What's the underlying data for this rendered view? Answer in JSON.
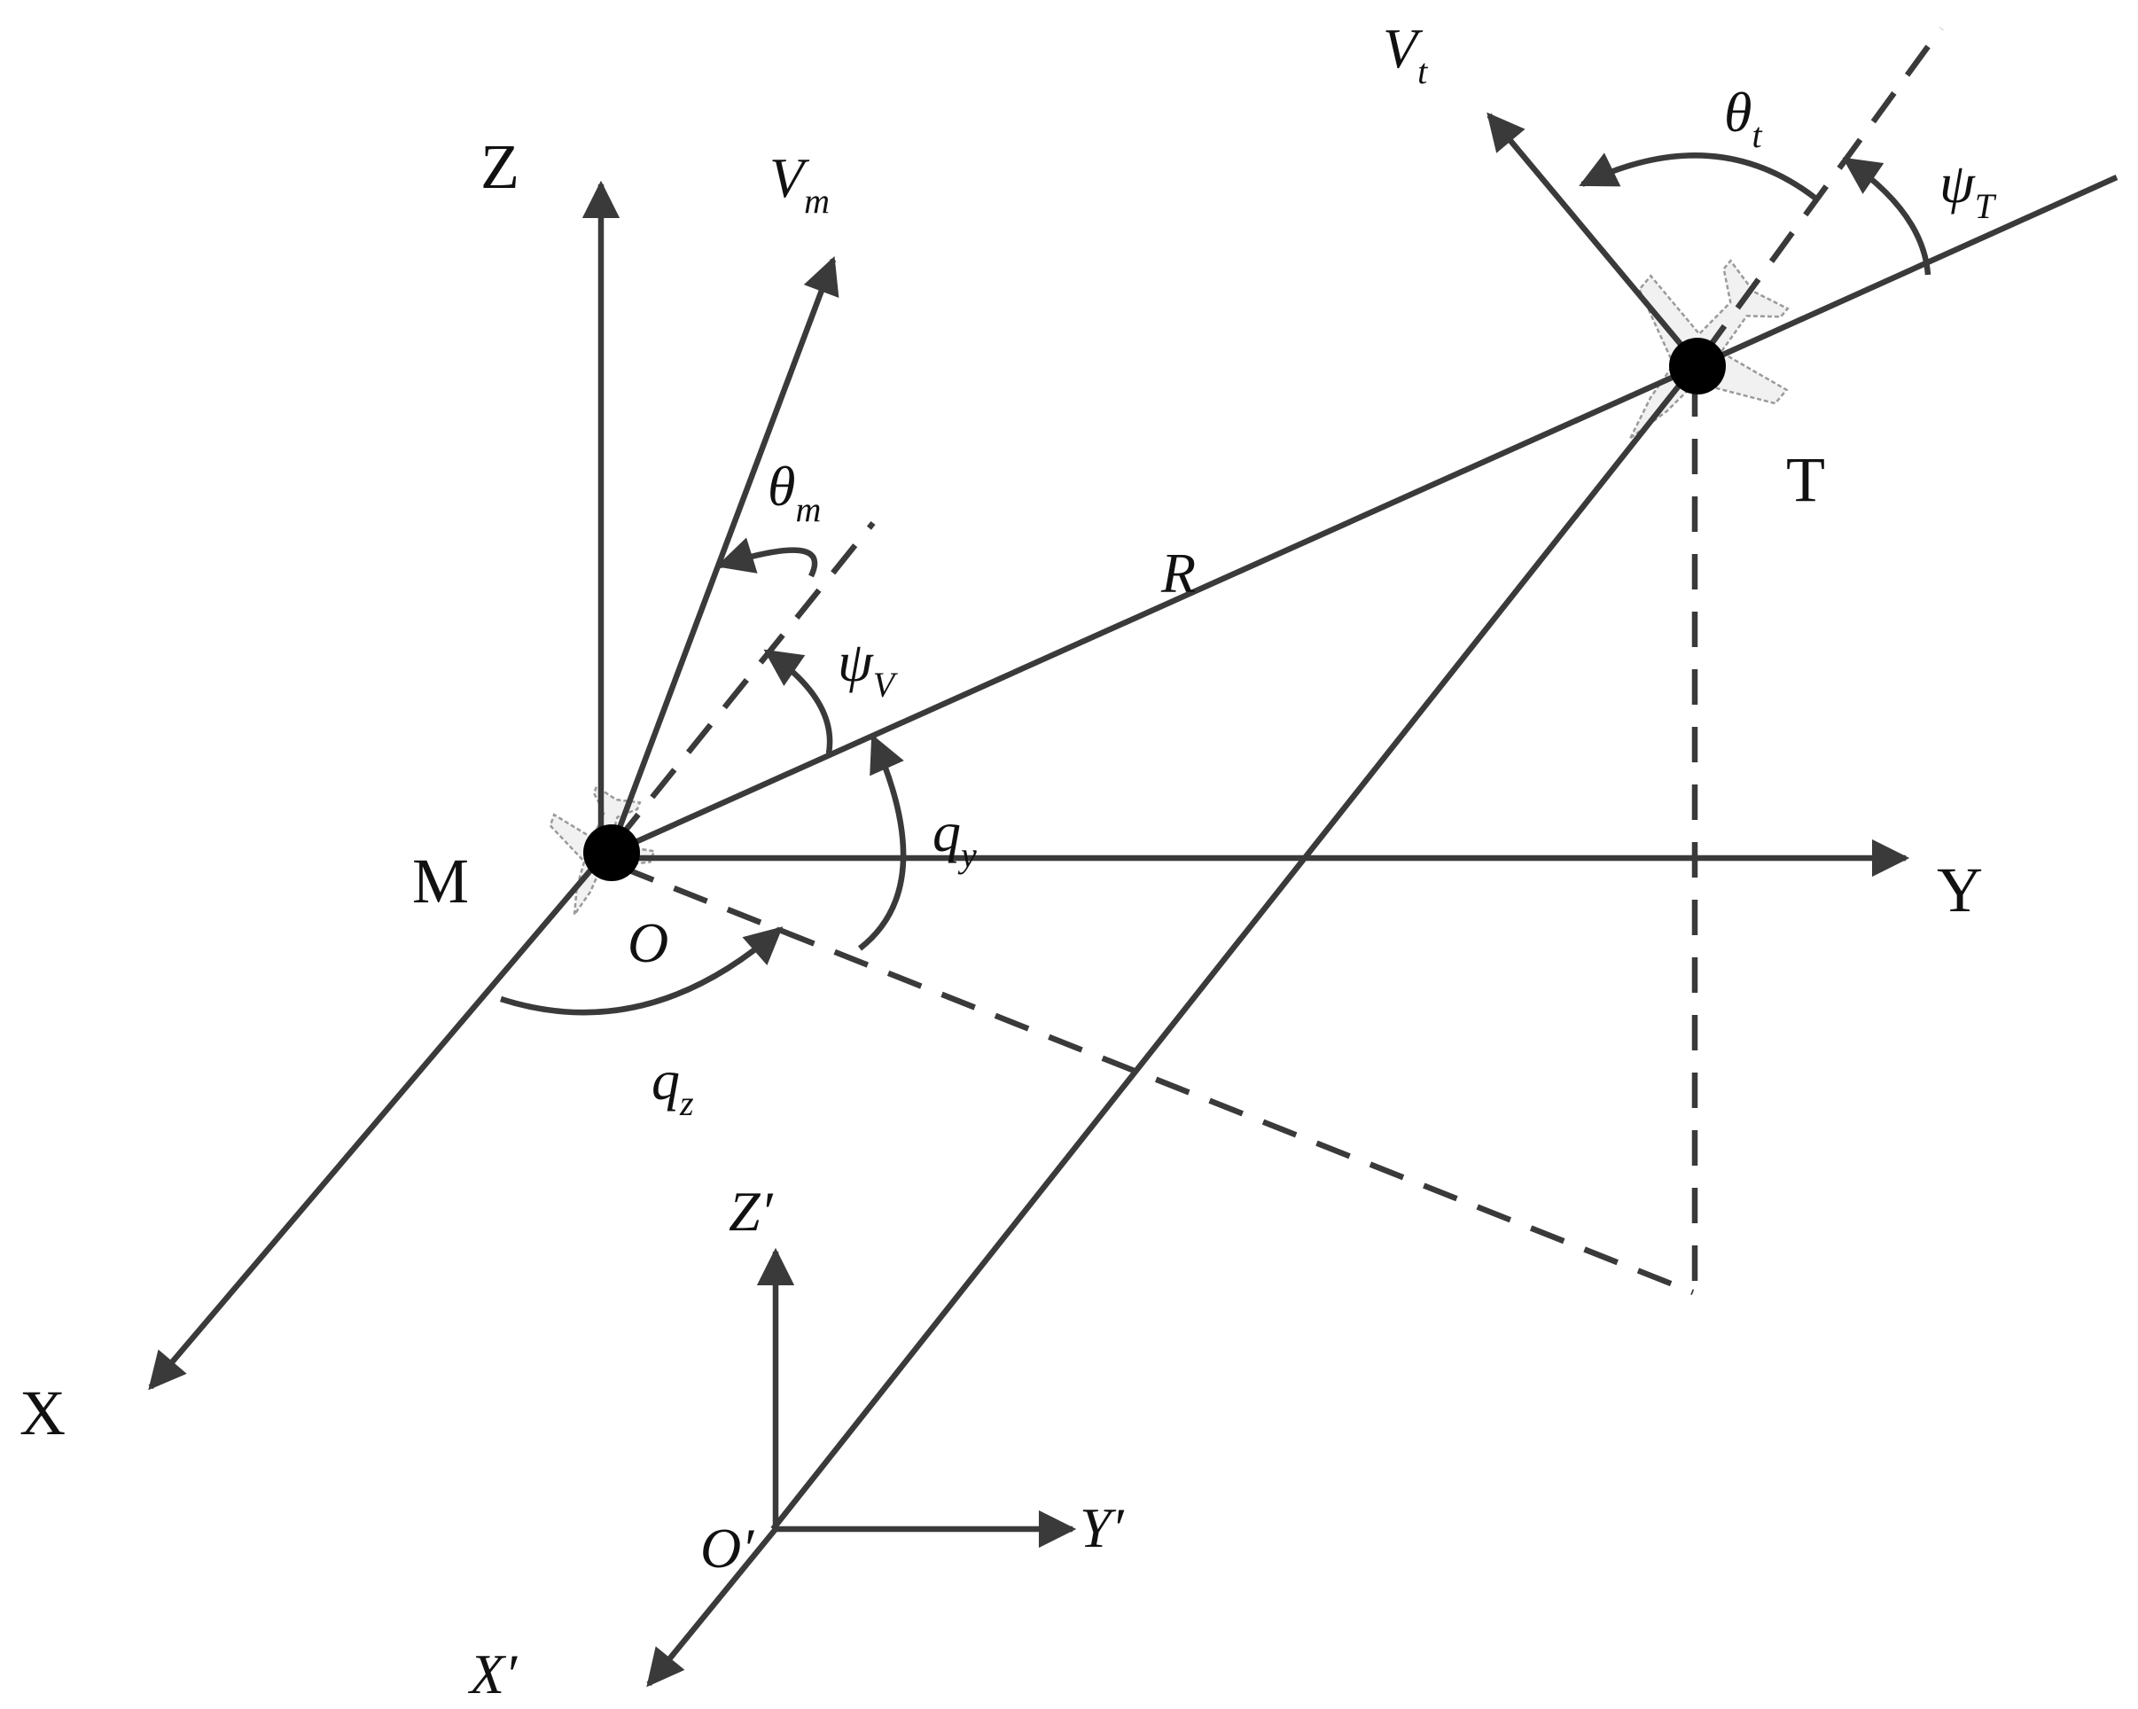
{
  "diagram": {
    "axes": {
      "x": "X",
      "y": "Y",
      "z": "Z"
    },
    "axes_ground": {
      "x": "X′",
      "y": "Y′",
      "z": "Z′",
      "origin": "O′"
    },
    "points": {
      "missile": "M",
      "origin": "O",
      "target": "T"
    },
    "range": "R",
    "vectors": {
      "missile_velocity": {
        "main": "V",
        "sub": "m"
      },
      "target_velocity": {
        "main": "V",
        "sub": "t"
      }
    },
    "angles": {
      "theta_m": {
        "main": "θ",
        "sub": "m"
      },
      "psi_v": {
        "main": "ψ",
        "sub": "V"
      },
      "q_y": {
        "main": "q",
        "sub": "y"
      },
      "q_z": {
        "main": "q",
        "sub": "z"
      },
      "theta_t": {
        "main": "θ",
        "sub": "t"
      },
      "psi_t": {
        "main": "ψ",
        "sub": "T"
      }
    },
    "colors": {
      "line": "#3a3a3a",
      "text": "#111111",
      "aircraft_outline": "#9a9a9a"
    },
    "icons": [
      "missile-aircraft-icon",
      "target-aircraft-icon"
    ]
  }
}
